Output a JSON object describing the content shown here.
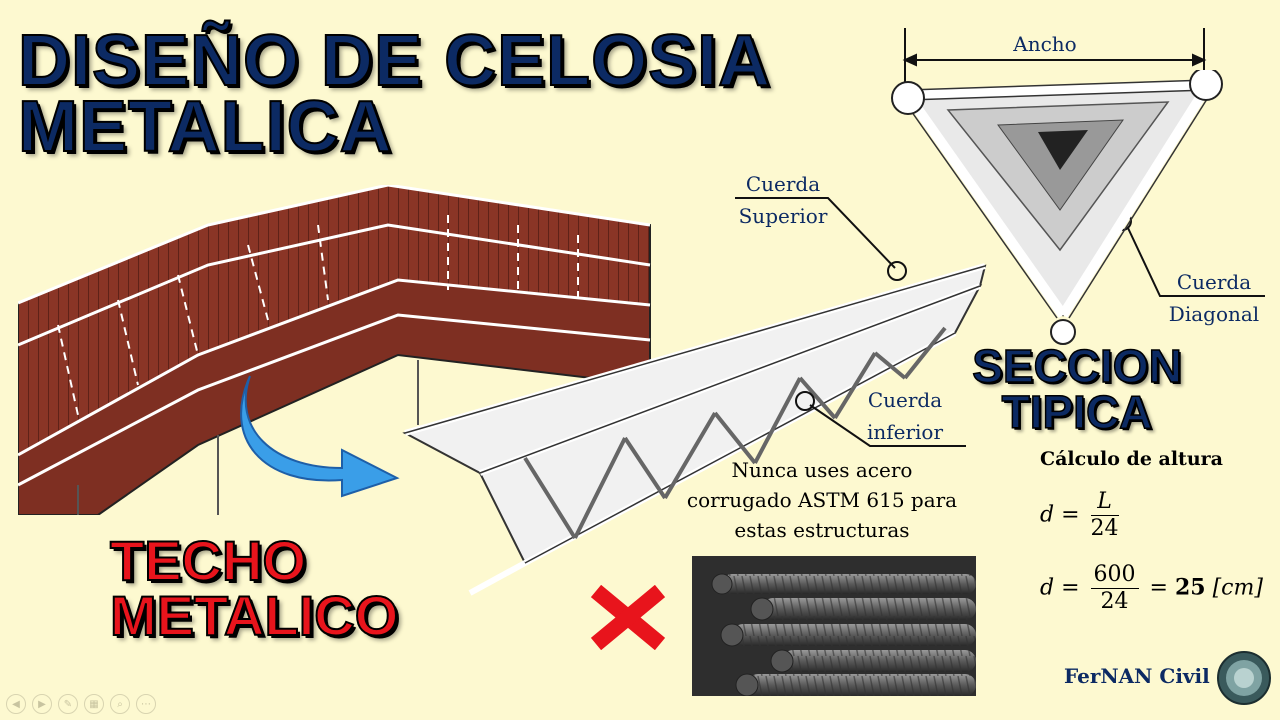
{
  "title": {
    "line1": "DISEÑO DE CELOSIA",
    "line2": "METALICA"
  },
  "roof_label": {
    "line1": "TECHO",
    "line2": "METALICO"
  },
  "section_label": {
    "line1": "SECCION",
    "line2": "TIPICA"
  },
  "labels": {
    "ancho": "Ancho",
    "cuerda_superior_1": "Cuerda",
    "cuerda_superior_2": "Superior",
    "cuerda_inferior_1": "Cuerda",
    "cuerda_inferior_2": "inferior",
    "cuerda_diagonal_1": "Cuerda",
    "cuerda_diagonal_2": "Diagonal"
  },
  "warning": {
    "line1": "Nunca uses acero",
    "line2": "corrugado ASTM 615 para",
    "line3": "estas estructuras"
  },
  "calc": {
    "title": "Cálculo de altura",
    "eq1": {
      "lhs": "d",
      "eq": "=",
      "num": "L",
      "den": "24"
    },
    "eq2": {
      "lhs": "d",
      "eq": "=",
      "num": "600",
      "den": "24",
      "eq2": "=",
      "result": "25",
      "unit": "[cm]"
    }
  },
  "brand": "FerNAN Civil",
  "colors": {
    "background": "#fdf9d0",
    "title_blue": "#0c2a63",
    "techo_red": "#e8141c",
    "roof_brown": "#8a3526",
    "arrow_blue": "#3a9ee8",
    "cross_red": "#e8141c"
  },
  "icons": {
    "arrow": "curved-arrow-icon",
    "cross": "cross-mark-icon",
    "logo": "fernan-logo-icon"
  }
}
